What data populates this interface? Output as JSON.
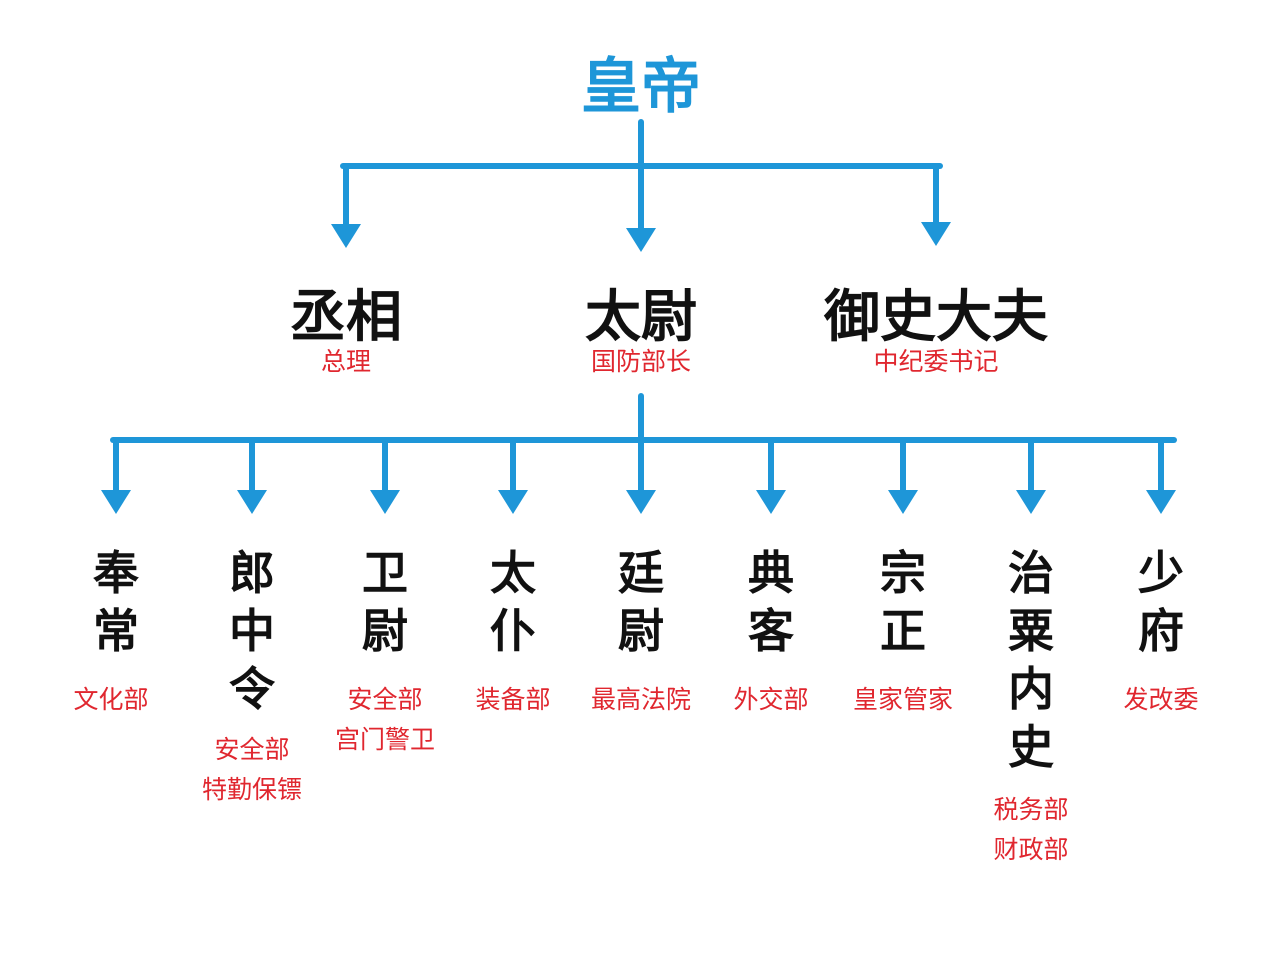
{
  "colors": {
    "connector": "#1e96d8",
    "root_text": "#1e96d8",
    "title_text": "#111111",
    "caption_text": "#e0272f"
  },
  "root": {
    "title": "皇帝"
  },
  "officials": [
    {
      "id": "chengxiang",
      "title": "丞相",
      "caption": "总理"
    },
    {
      "id": "taiwei",
      "title": "太尉",
      "caption": "国防部长"
    },
    {
      "id": "yushidafu",
      "title": "御史大夫",
      "caption": "中纪委书记"
    }
  ],
  "ministers": [
    {
      "id": "fengchang",
      "title": [
        "奉",
        "常"
      ],
      "captions": [
        "文化部"
      ]
    },
    {
      "id": "langzhongling",
      "title": [
        "郎",
        "中",
        "令"
      ],
      "captions": [
        "安全部",
        "特勤保镖"
      ]
    },
    {
      "id": "weiwei",
      "title": [
        "卫",
        "尉"
      ],
      "captions": [
        "安全部",
        "宫门警卫"
      ]
    },
    {
      "id": "taipu",
      "title": [
        "太",
        "仆"
      ],
      "captions": [
        "装备部"
      ]
    },
    {
      "id": "tingwei",
      "title": [
        "廷",
        "尉"
      ],
      "captions": [
        "最高法院"
      ]
    },
    {
      "id": "dianke",
      "title": [
        "典",
        "客"
      ],
      "captions": [
        "外交部"
      ]
    },
    {
      "id": "zongzheng",
      "title": [
        "宗",
        "正"
      ],
      "captions": [
        "皇家管家"
      ]
    },
    {
      "id": "zhisuneishi",
      "title": [
        "治",
        "粟",
        "内",
        "史"
      ],
      "captions": [
        "税务部",
        "财政部"
      ]
    },
    {
      "id": "shaofu",
      "title": [
        "少",
        "府"
      ],
      "captions": [
        "发改委"
      ]
    }
  ]
}
